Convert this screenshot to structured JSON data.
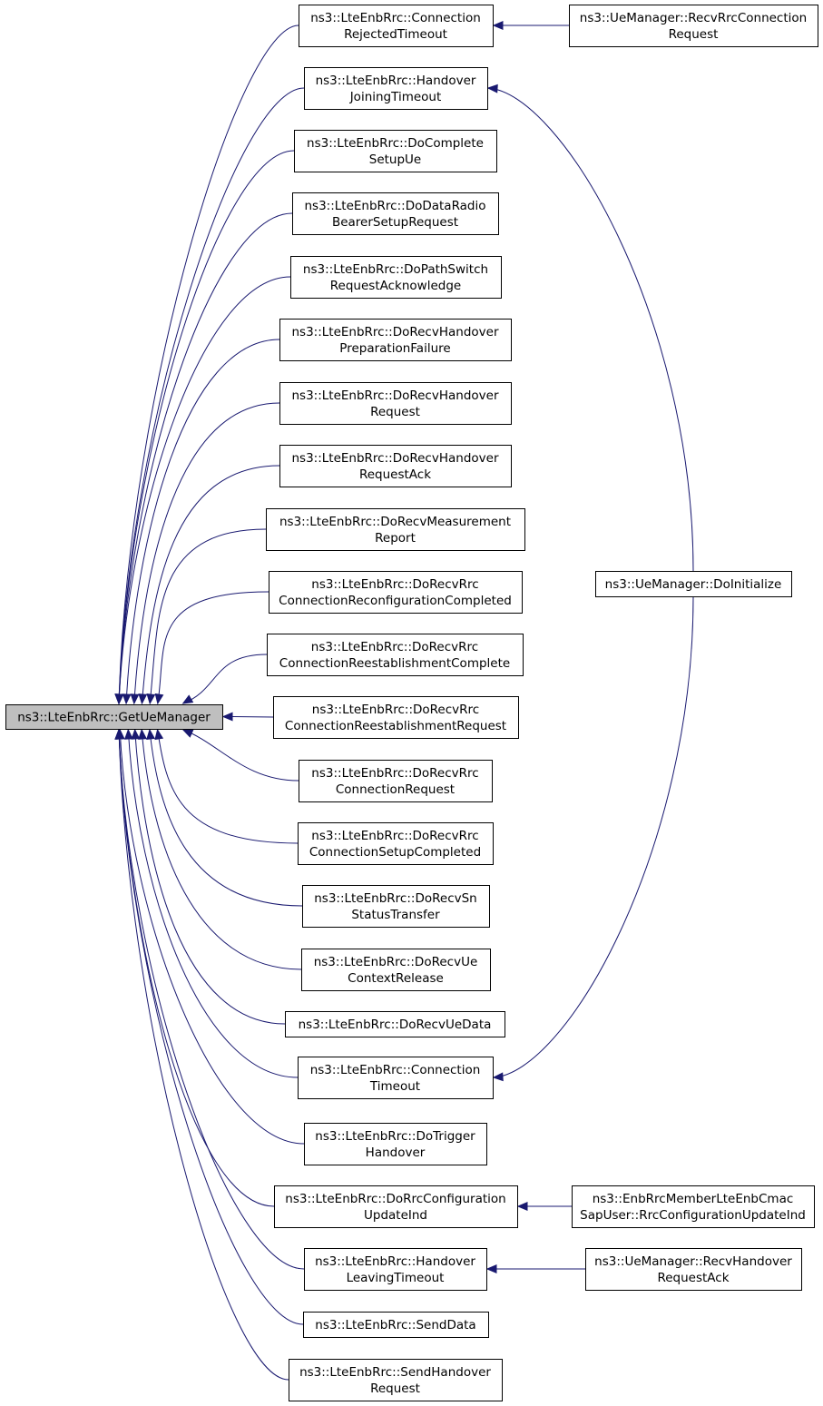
{
  "graph": {
    "root": {
      "id": "root",
      "lines": [
        "ns3::LteEnbRrc::GetUeManager"
      ]
    },
    "callers": [
      {
        "id": "c1",
        "lines": [
          "ns3::LteEnbRrc::Connection",
          "RejectedTimeout"
        ]
      },
      {
        "id": "c2",
        "lines": [
          "ns3::LteEnbRrc::Handover",
          "JoiningTimeout"
        ]
      },
      {
        "id": "c3",
        "lines": [
          "ns3::LteEnbRrc::DoComplete",
          "SetupUe"
        ]
      },
      {
        "id": "c4",
        "lines": [
          "ns3::LteEnbRrc::DoDataRadio",
          "BearerSetupRequest"
        ]
      },
      {
        "id": "c5",
        "lines": [
          "ns3::LteEnbRrc::DoPathSwitch",
          "RequestAcknowledge"
        ]
      },
      {
        "id": "c6",
        "lines": [
          "ns3::LteEnbRrc::DoRecvHandover",
          "PreparationFailure"
        ]
      },
      {
        "id": "c7",
        "lines": [
          "ns3::LteEnbRrc::DoRecvHandover",
          "Request"
        ]
      },
      {
        "id": "c8",
        "lines": [
          "ns3::LteEnbRrc::DoRecvHandover",
          "RequestAck"
        ]
      },
      {
        "id": "c9",
        "lines": [
          "ns3::LteEnbRrc::DoRecvMeasurement",
          "Report"
        ]
      },
      {
        "id": "c10",
        "lines": [
          "ns3::LteEnbRrc::DoRecvRrc",
          "ConnectionReconfigurationCompleted"
        ]
      },
      {
        "id": "c11",
        "lines": [
          "ns3::LteEnbRrc::DoRecvRrc",
          "ConnectionReestablishmentComplete"
        ]
      },
      {
        "id": "c12",
        "lines": [
          "ns3::LteEnbRrc::DoRecvRrc",
          "ConnectionReestablishmentRequest"
        ]
      },
      {
        "id": "c13",
        "lines": [
          "ns3::LteEnbRrc::DoRecvRrc",
          "ConnectionRequest"
        ]
      },
      {
        "id": "c14",
        "lines": [
          "ns3::LteEnbRrc::DoRecvRrc",
          "ConnectionSetupCompleted"
        ]
      },
      {
        "id": "c15",
        "lines": [
          "ns3::LteEnbRrc::DoRecvSn",
          "StatusTransfer"
        ]
      },
      {
        "id": "c16",
        "lines": [
          "ns3::LteEnbRrc::DoRecvUe",
          "ContextRelease"
        ]
      },
      {
        "id": "c17",
        "lines": [
          "ns3::LteEnbRrc::DoRecvUeData"
        ]
      },
      {
        "id": "c18",
        "lines": [
          "ns3::LteEnbRrc::Connection",
          "Timeout"
        ]
      },
      {
        "id": "c19",
        "lines": [
          "ns3::LteEnbRrc::DoTrigger",
          "Handover"
        ]
      },
      {
        "id": "c20",
        "lines": [
          "ns3::LteEnbRrc::DoRrcConfiguration",
          "UpdateInd"
        ]
      },
      {
        "id": "c21",
        "lines": [
          "ns3::LteEnbRrc::Handover",
          "LeavingTimeout"
        ]
      },
      {
        "id": "c22",
        "lines": [
          "ns3::LteEnbRrc::SendData"
        ]
      },
      {
        "id": "c23",
        "lines": [
          "ns3::LteEnbRrc::SendHandover",
          "Request"
        ]
      }
    ],
    "outer": [
      {
        "id": "o1",
        "lines": [
          "ns3::UeManager::RecvRrcConnection",
          "Request"
        ],
        "calls": [
          "c1"
        ]
      },
      {
        "id": "o2",
        "lines": [
          "ns3::UeManager::DoInitialize"
        ],
        "calls": [
          "c2",
          "c18"
        ]
      },
      {
        "id": "o3",
        "lines": [
          "ns3::EnbRrcMemberLteEnbCmac",
          "SapUser::RrcConfigurationUpdateInd"
        ],
        "calls": [
          "c20"
        ]
      },
      {
        "id": "o4",
        "lines": [
          "ns3::UeManager::RecvHandover",
          "RequestAck"
        ],
        "calls": [
          "c21"
        ]
      }
    ]
  }
}
